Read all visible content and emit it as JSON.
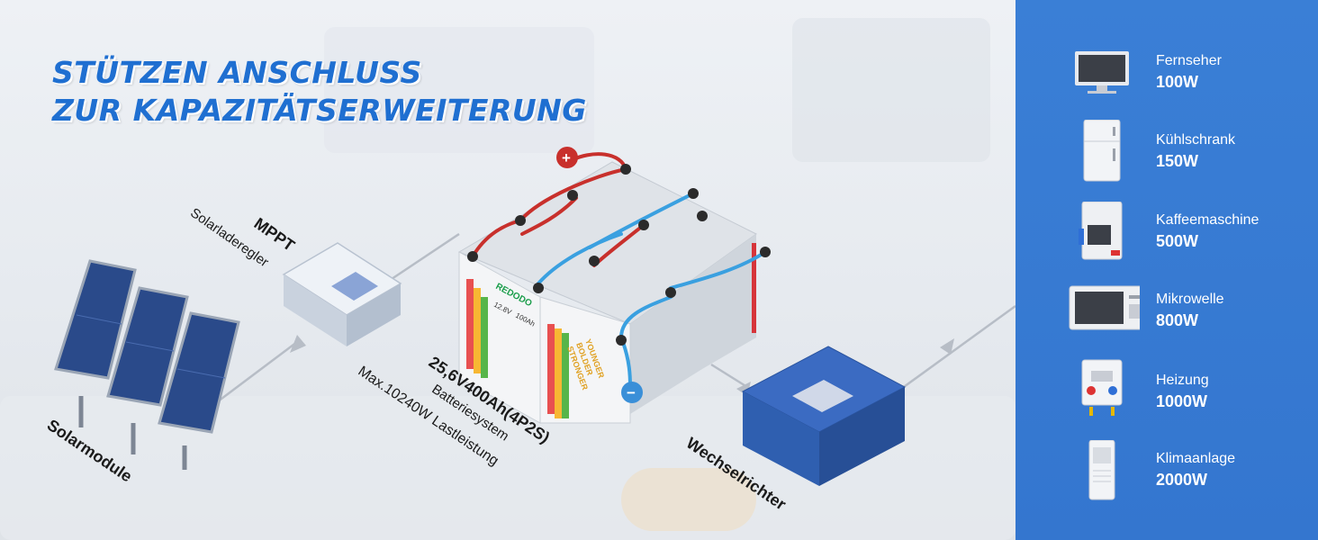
{
  "title": {
    "line1": "STÜTZEN ANSCHLUSS",
    "line2": "ZUR KAPAZITÄTSERWEITERUNG"
  },
  "labels": {
    "solar": "Solarmodule",
    "mppt_title": "MPPT",
    "mppt_sub": "Solarladeregler",
    "battery_spec": "25,6V400Ah(4P2S)",
    "battery_system": "Batteriesystem",
    "max_load": "Max.10240W Lastleistung",
    "inverter": "Wechselrichter",
    "plus": "+",
    "minus": "−"
  },
  "battery_face": {
    "brand": "REDODO",
    "voltage": "12.8V",
    "capacity": "100Ah",
    "slogan1": "YOUNGER",
    "slogan2": "BOLDER",
    "slogan3": "STRONGER"
  },
  "appliances": [
    {
      "name": "Fernseher",
      "watt": "100W",
      "icon": "tv-icon"
    },
    {
      "name": "Kühlschrank",
      "watt": "150W",
      "icon": "fridge-icon"
    },
    {
      "name": "Kaffeemaschine",
      "watt": "500W",
      "icon": "coffee-machine-icon"
    },
    {
      "name": "Mikrowelle",
      "watt": "800W",
      "icon": "microwave-icon"
    },
    {
      "name": "Heizung",
      "watt": "1000W",
      "icon": "heater-icon"
    },
    {
      "name": "Klimaanlage",
      "watt": "2000W",
      "icon": "air-conditioner-icon"
    }
  ],
  "colors": {
    "accent": "#1f6fd1",
    "panel": "#3a7fd6",
    "red_cable": "#c8302c",
    "blue_cable": "#3aa0e0",
    "inverter": "#2f5fb0"
  }
}
